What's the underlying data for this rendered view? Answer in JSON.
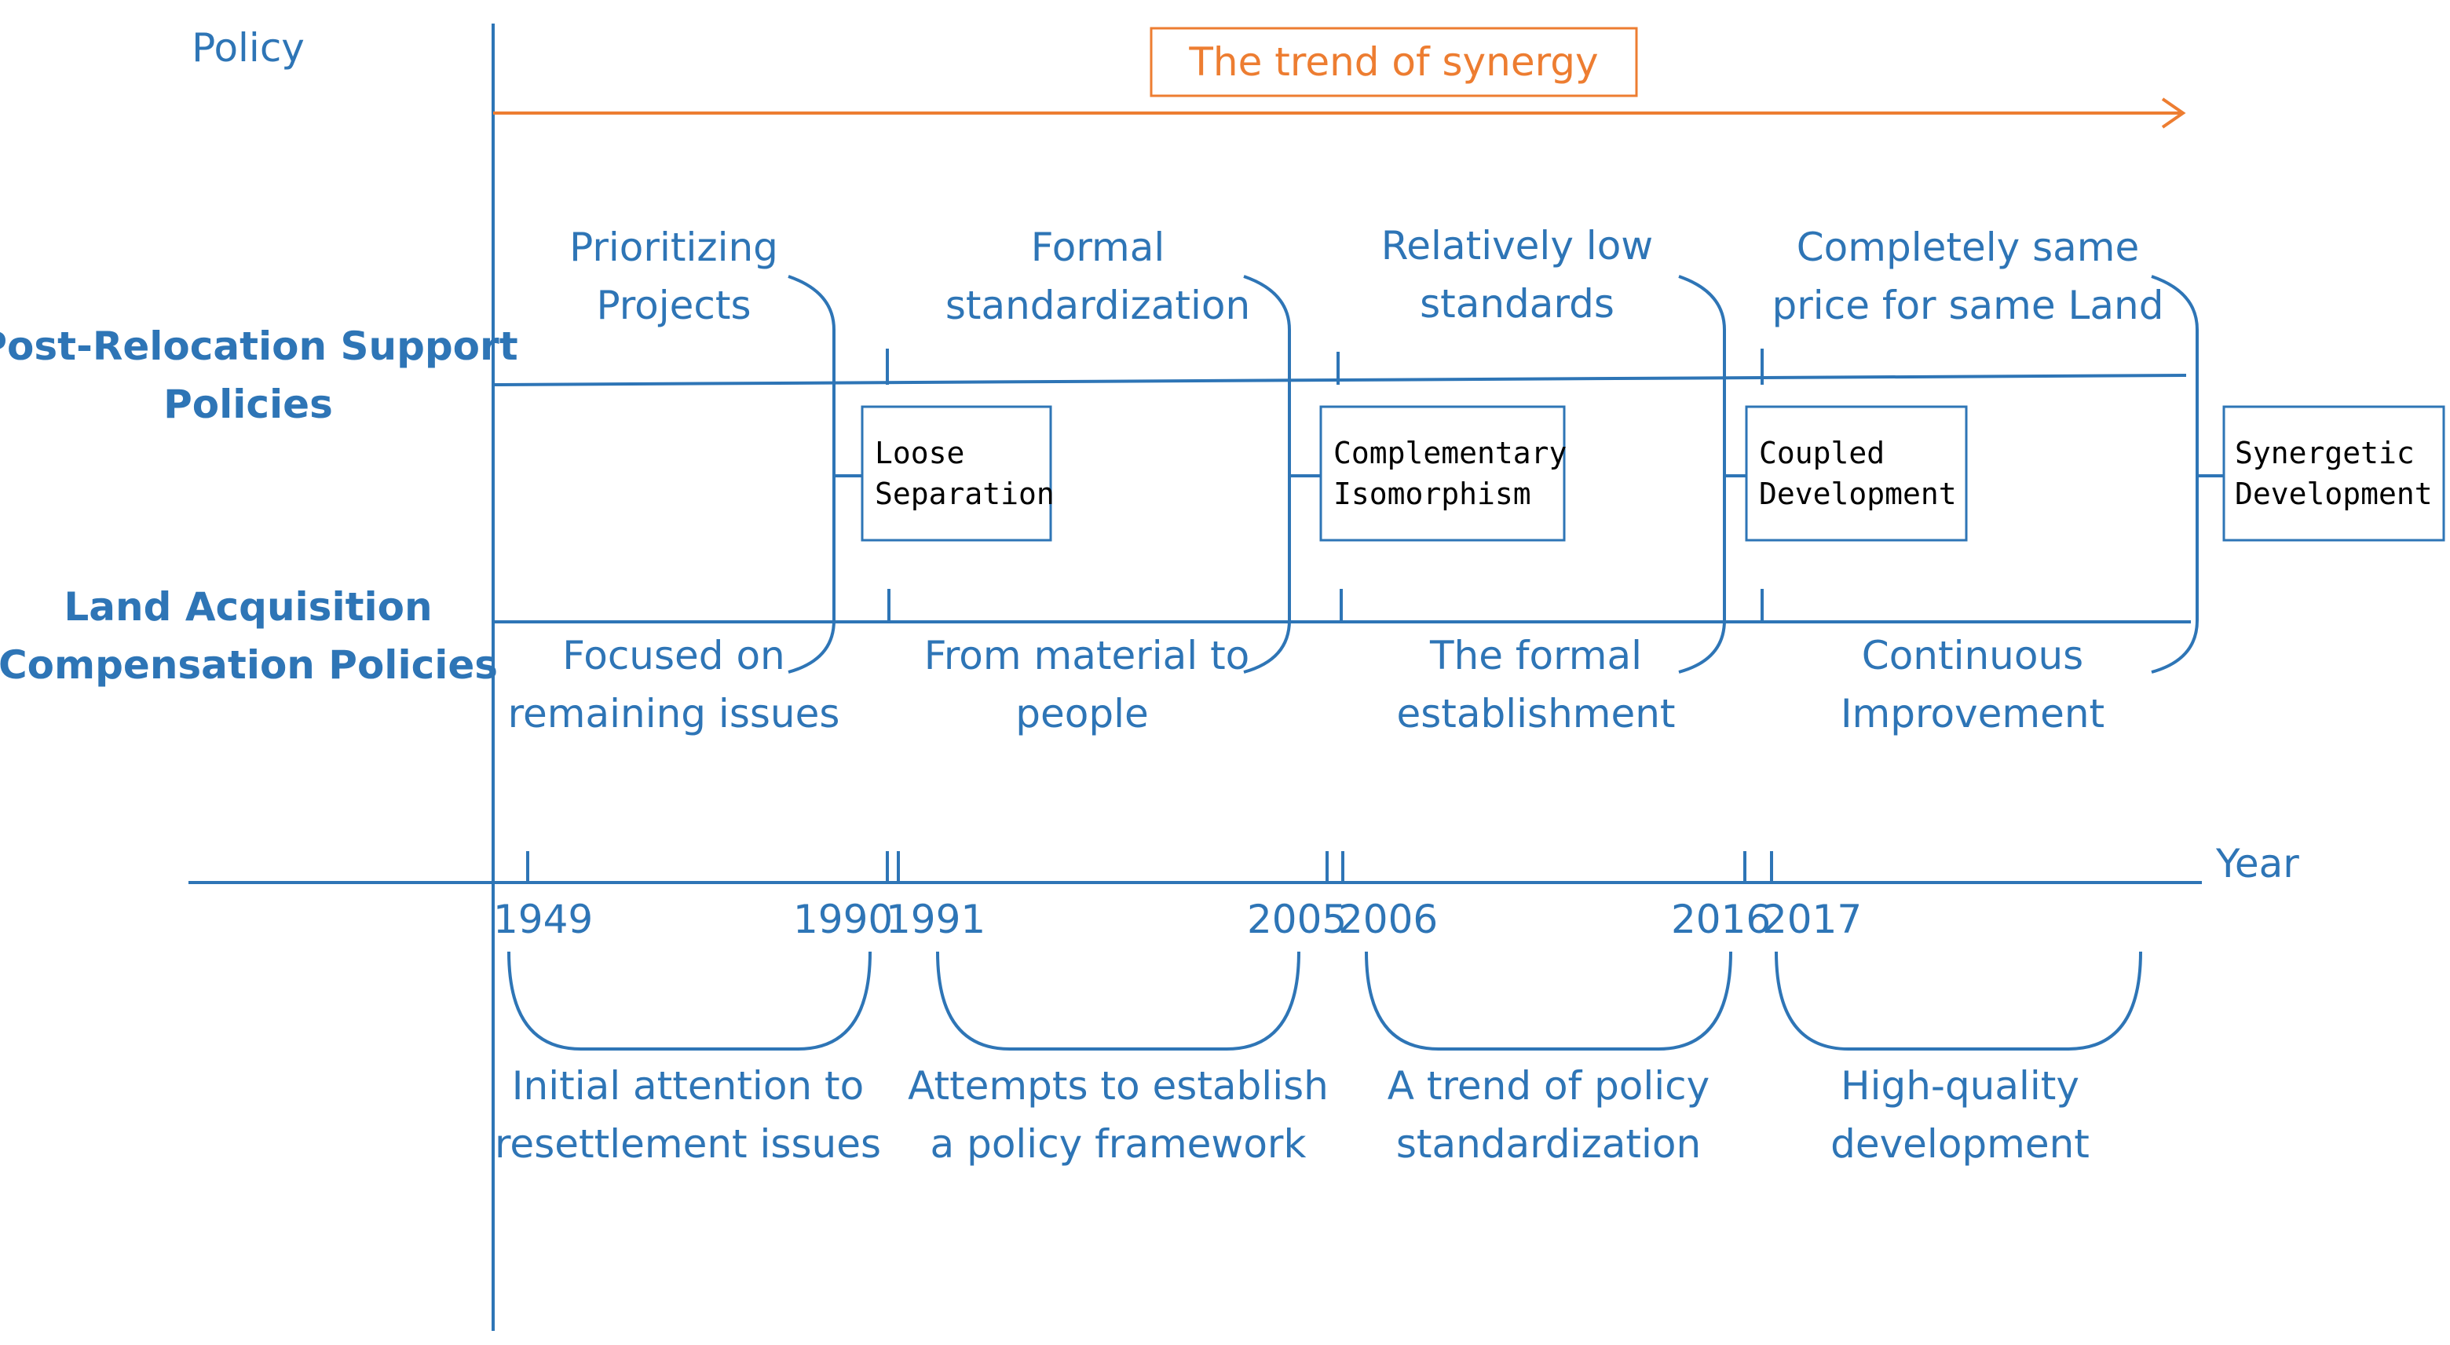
{
  "axis": {
    "y_label": "Policy",
    "x_label": "Year"
  },
  "trend_label": "The trend of synergy",
  "rows": [
    {
      "lines": [
        "Post-Relocation Support",
        "Policies"
      ]
    },
    {
      "lines": [
        "Land Acquisition",
        "Compensation Policies"
      ]
    }
  ],
  "support_labels": [
    {
      "lines": [
        "Prioritizing",
        "Projects"
      ]
    },
    {
      "lines": [
        "Formal",
        "standardization"
      ]
    },
    {
      "lines": [
        "Relatively low",
        "standards"
      ]
    },
    {
      "lines": [
        "Completely same",
        "price for same Land"
      ]
    }
  ],
  "compensation_labels": [
    {
      "lines": [
        "Focused on",
        "remaining issues"
      ]
    },
    {
      "lines": [
        "From material to",
        "people"
      ]
    },
    {
      "lines": [
        "The formal",
        "establishment"
      ]
    },
    {
      "lines": [
        "Continuous",
        "Improvement"
      ]
    }
  ],
  "stages": [
    {
      "lines": [
        "Loose",
        "Separation"
      ]
    },
    {
      "lines": [
        "Complementary",
        "Isomorphism"
      ]
    },
    {
      "lines": [
        "Coupled",
        "Development"
      ]
    },
    {
      "lines": [
        "Synergetic",
        "Development"
      ]
    }
  ],
  "years": [
    "1949",
    "1990",
    "1991",
    "2005",
    "2006",
    "2016",
    "2017"
  ],
  "periods": [
    {
      "lines": [
        "Initial attention to",
        "resettlement  issues"
      ]
    },
    {
      "lines": [
        "Attempts to establish",
        "a policy framework"
      ]
    },
    {
      "lines": [
        "A trend of policy",
        "standardization"
      ]
    },
    {
      "lines": [
        "High-quality",
        "development"
      ]
    }
  ],
  "colors": {
    "primary": "#2E75B6",
    "trend": "#ED7D31",
    "box_text": "#000000"
  }
}
